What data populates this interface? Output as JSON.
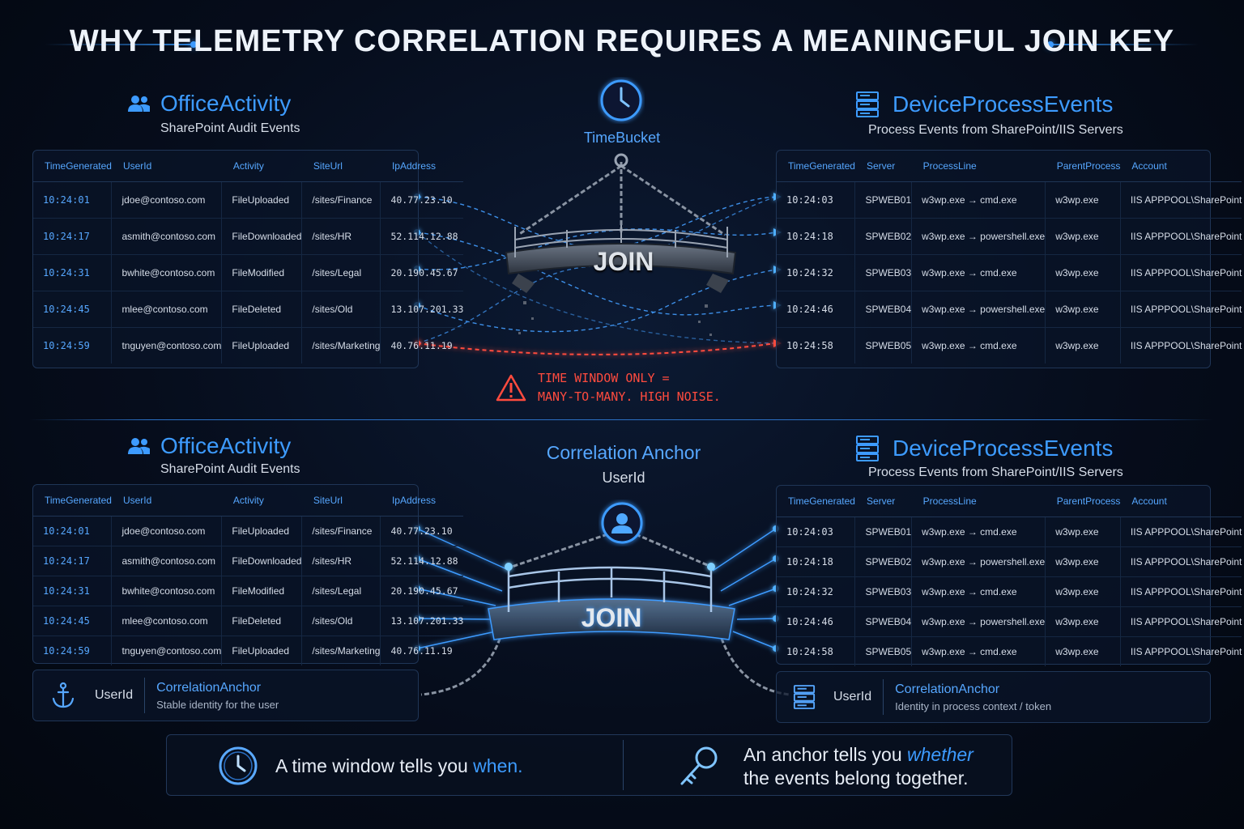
{
  "title": "WHY TELEMETRY CORRELATION REQUIRES A MEANINGFUL JOIN KEY",
  "colors": {
    "accent": "#3d9bff",
    "warning": "#ff4b3e",
    "background": "#060d1c"
  },
  "office": {
    "name": "OfficeActivity",
    "subtitle": "SharePoint Audit Events",
    "icon": "users-icon",
    "columns": [
      "TimeGenerated",
      "UserId",
      "Activity",
      "SiteUrl",
      "IpAddress"
    ],
    "rows": [
      [
        "10:24:01",
        "jdoe@contoso.com",
        "FileUploaded",
        "/sites/Finance",
        "40.77.23.10"
      ],
      [
        "10:24:17",
        "asmith@contoso.com",
        "FileDownloaded",
        "/sites/HR",
        "52.114.12.88"
      ],
      [
        "10:24:31",
        "bwhite@contoso.com",
        "FileModified",
        "/sites/Legal",
        "20.190.45.67"
      ],
      [
        "10:24:45",
        "mlee@contoso.com",
        "FileDeleted",
        "/sites/Old",
        "13.107.201.33"
      ],
      [
        "10:24:59",
        "tnguyen@contoso.com",
        "FileUploaded",
        "/sites/Marketing",
        "40.76.11.19"
      ]
    ]
  },
  "device": {
    "name": "DeviceProcessEvents",
    "subtitle": "Process Events from SharePoint/IIS Servers",
    "icon": "server-icon",
    "columns": [
      "TimeGenerated",
      "Server",
      "ProcessLine",
      "ParentProcess",
      "Account"
    ],
    "rows": [
      [
        "10:24:03",
        "SPWEB01",
        "w3wp.exe → cmd.exe",
        "w3wp.exe",
        "IIS APPPOOL\\SharePoint"
      ],
      [
        "10:24:18",
        "SPWEB02",
        "w3wp.exe → powershell.exe",
        "w3wp.exe",
        "IIS APPPOOL\\SharePoint"
      ],
      [
        "10:24:32",
        "SPWEB03",
        "w3wp.exe → cmd.exe",
        "w3wp.exe",
        "IIS APPPOOL\\SharePoint"
      ],
      [
        "10:24:46",
        "SPWEB04",
        "w3wp.exe → powershell.exe",
        "w3wp.exe",
        "IIS APPPOOL\\SharePoint"
      ],
      [
        "10:24:58",
        "SPWEB05",
        "w3wp.exe → cmd.exe",
        "w3wp.exe",
        "IIS APPPOOL\\SharePoint"
      ]
    ]
  },
  "top": {
    "bucket_label": "TimeBucket",
    "bucket_icon": "clock-icon",
    "join_label": "JOIN",
    "warning_line1": "TIME WINDOW ONLY =",
    "warning_line2": "MANY-TO-MANY. HIGH NOISE.",
    "warning_icon": "warning-icon"
  },
  "bottom": {
    "anchor_title": "Correlation Anchor",
    "anchor_sub": "UserId",
    "anchor_icon": "user-icon",
    "join_label": "JOIN",
    "left_anchor": {
      "key": "UserId",
      "title": "CorrelationAnchor",
      "desc": "Stable identity for the user",
      "icon": "anchor-icon"
    },
    "right_anchor": {
      "key": "UserId",
      "title": "CorrelationAnchor",
      "desc": "Identity in process context / token",
      "icon": "server-icon"
    }
  },
  "summary": {
    "left_text": "A time window tells you ",
    "left_highlight": "when.",
    "right_text1": "An anchor tells you ",
    "right_highlight": "whether",
    "right_text2": "the events belong together.",
    "left_icon": "clock-icon",
    "right_icon": "key-icon"
  }
}
